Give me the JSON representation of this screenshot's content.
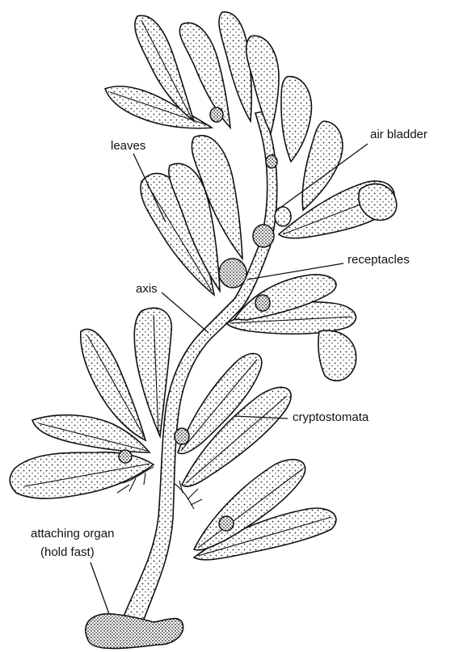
{
  "labels": {
    "leaves": "leaves",
    "air_bladder": "air bladder",
    "receptacles": "receptacles",
    "axis": "axis",
    "cryptostomata": "cryptostomata",
    "attaching_organ_line1": "attaching organ",
    "attaching_organ_line2": "(hold fast)"
  }
}
